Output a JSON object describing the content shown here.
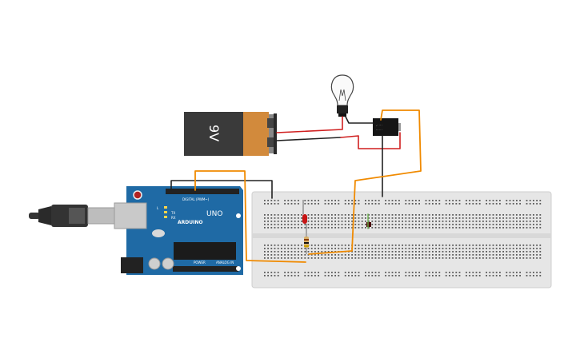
{
  "battery": {
    "label": "9V"
  },
  "arduino": {
    "logo": "ARDUINO",
    "model": "UNO",
    "digital_label": "DIGITAL (PWM~)",
    "power_label": "POWER",
    "analog_label": "ANALOG IN",
    "tx_label": "TX",
    "rx_label": "RX",
    "l_label": "L"
  },
  "colors": {
    "board": "#1f6aa5",
    "battery_body": "#3a3a3a",
    "battery_cap": "#d28a3c",
    "wire_red": "#d01f1f",
    "wire_black": "#222222",
    "wire_orange": "#f08a00",
    "breadboard": "#e6e6e6",
    "led": "#c81414"
  },
  "icons": [
    "usb-cable-icon",
    "lightbulb-icon",
    "relay-icon",
    "led-icon",
    "resistor-icon",
    "battery-icon",
    "breadboard-icon",
    "arduino-board-icon"
  ]
}
